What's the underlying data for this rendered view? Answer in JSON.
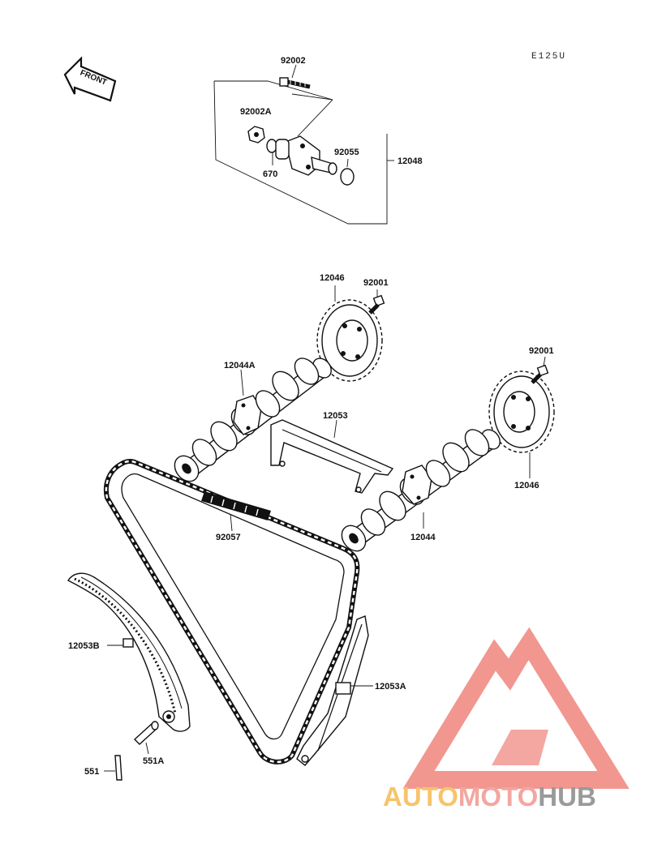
{
  "diagram": {
    "code": "E125U",
    "front_label": "FRONT",
    "parts": {
      "p92002": "92002",
      "p92002A": "92002A",
      "p670": "670",
      "p92055": "92055",
      "p12048": "12048",
      "p12046_left": "12046",
      "p92001_left": "92001",
      "p12044A": "12044A",
      "p12053": "12053",
      "p92001_right": "92001",
      "p12046_right": "12046",
      "p92057": "92057",
      "p12044": "12044",
      "p12053B": "12053B",
      "p12053A": "12053A",
      "p551": "551",
      "p551A": "551A"
    }
  },
  "watermark": {
    "part1": "AUTO",
    "part2": "MOTO",
    "part3": "HUB",
    "colors": {
      "auto": "#f6c46a",
      "moto": "#f3a6a0",
      "hub": "#9a9a9a",
      "logo": "#f08c84"
    }
  }
}
